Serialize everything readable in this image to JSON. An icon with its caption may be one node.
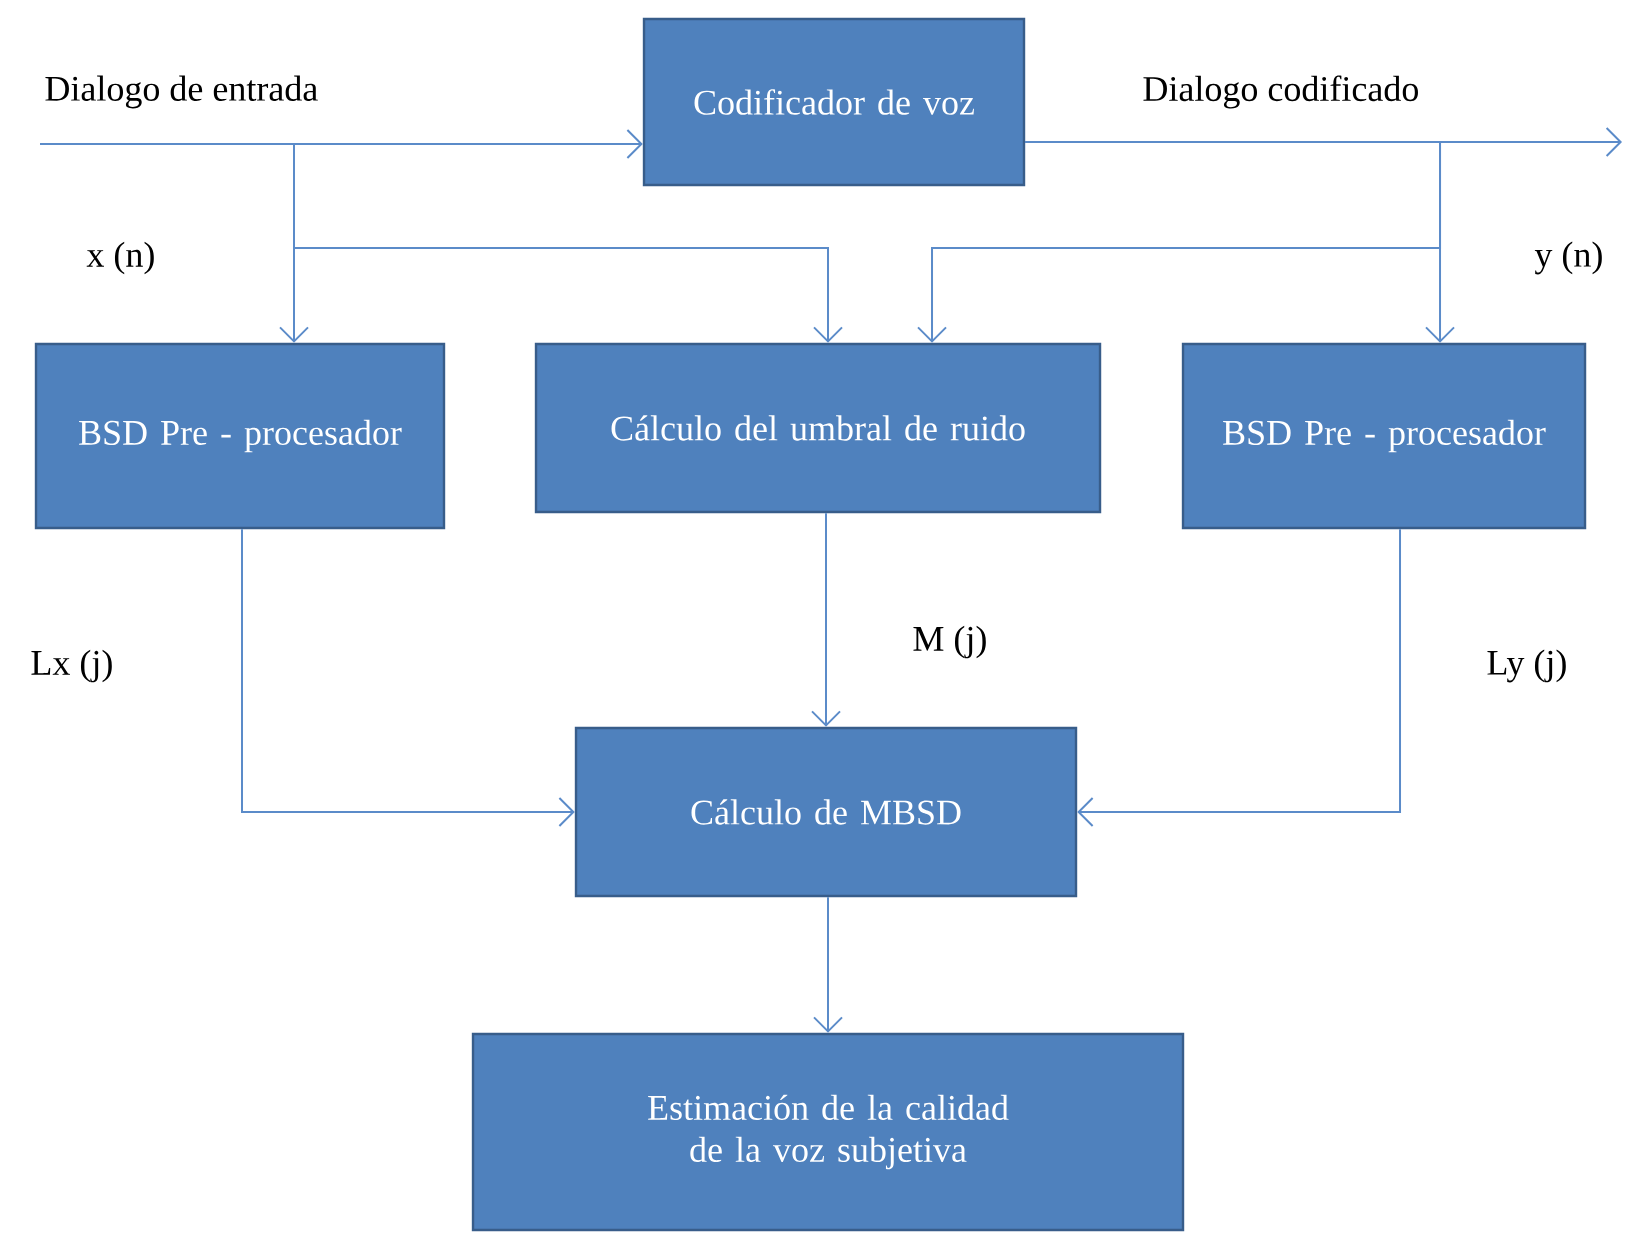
{
  "diagram": {
    "nodes": [
      {
        "text": [
          "Codificador de voz"
        ]
      },
      {
        "text": [
          "BSD Pre - procesador"
        ]
      },
      {
        "text": [
          "Cálculo del umbral de ruido"
        ]
      },
      {
        "text": [
          "BSD Pre - procesador"
        ]
      },
      {
        "text": [
          "Cálculo de MBSD"
        ]
      },
      {
        "text": [
          "Estimación de la calidad de la voz subjetiva"
        ]
      }
    ],
    "edges": [
      {
        "from": null,
        "to": 0,
        "arrow": "to",
        "label": "Dialogo de entrada"
      },
      {
        "from": null,
        "to": 1,
        "arrow": "to",
        "label": "x (n)"
      },
      {
        "from": null,
        "to": 2,
        "arrow": "to"
      },
      {
        "from": 0,
        "to": null,
        "arrow": "to",
        "label": "Dialogo codificado"
      },
      {
        "from": 0,
        "to": 3,
        "arrow": "to",
        "label": "y (n)"
      },
      {
        "from": 0,
        "to": 2,
        "arrow": "to"
      },
      {
        "from": 1,
        "to": 4,
        "arrow": "to",
        "label": "Lx (j)"
      },
      {
        "from": 2,
        "to": 4,
        "arrow": "to",
        "label": "M (j)"
      },
      {
        "from": 3,
        "to": 4,
        "arrow": "to",
        "label": "Ly (j)"
      },
      {
        "from": 4,
        "to": 5,
        "arrow": "to"
      }
    ]
  }
}
